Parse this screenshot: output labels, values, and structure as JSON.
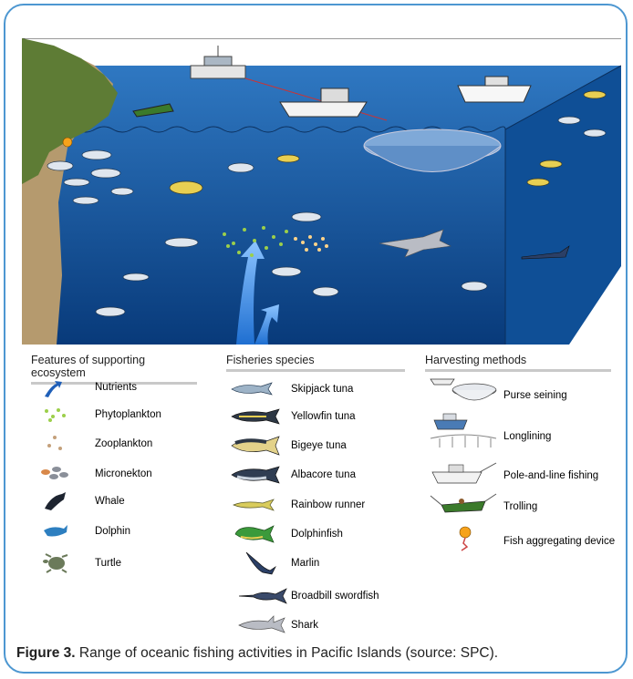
{
  "legend": {
    "ecosystem": {
      "heading": "Features of supporting ecosystem",
      "items": [
        {
          "label": "Nutrients",
          "icon": "nutrients-arrow-icon"
        },
        {
          "label": "Phytoplankton",
          "icon": "phytoplankton-icon"
        },
        {
          "label": "Zooplankton",
          "icon": "zooplankton-icon"
        },
        {
          "label": "Micronekton",
          "icon": "micronekton-icon"
        },
        {
          "label": "Whale",
          "icon": "whale-icon"
        },
        {
          "label": "Dolphin",
          "icon": "dolphin-icon"
        },
        {
          "label": "Turtle",
          "icon": "turtle-icon"
        }
      ]
    },
    "species": {
      "heading": "Fisheries species",
      "items": [
        {
          "label": "Skipjack tuna",
          "icon": "skipjack-tuna-icon"
        },
        {
          "label": "Yellowfin tuna",
          "icon": "yellowfin-tuna-icon"
        },
        {
          "label": "Bigeye tuna",
          "icon": "bigeye-tuna-icon"
        },
        {
          "label": "Albacore tuna",
          "icon": "albacore-tuna-icon"
        },
        {
          "label": "Rainbow runner",
          "icon": "rainbow-runner-icon"
        },
        {
          "label": "Dolphinfish",
          "icon": "dolphinfish-icon"
        },
        {
          "label": "Marlin",
          "icon": "marlin-icon"
        },
        {
          "label": "Broadbill swordfish",
          "icon": "swordfish-icon"
        },
        {
          "label": "Shark",
          "icon": "shark-icon"
        }
      ]
    },
    "methods": {
      "heading": "Harvesting methods",
      "items": [
        {
          "label": "Purse seining",
          "icon": "purse-seine-icon"
        },
        {
          "label": "Longlining",
          "icon": "longline-icon"
        },
        {
          "label": "Pole-and-line fishing",
          "icon": "pole-and-line-icon"
        },
        {
          "label": "Trolling",
          "icon": "trolling-icon"
        },
        {
          "label": "Fish aggregating device",
          "icon": "fad-icon"
        }
      ]
    }
  },
  "caption": {
    "label": "Figure 3.",
    "text": " Range of oceanic fishing activities in Pacific Islands (source: SPC)."
  },
  "colors": {
    "frame": "#4d97d1",
    "ocean_top": "#2a6fba",
    "ocean_bottom": "#0a3a78",
    "land": "#5e7c35",
    "cliff": "#b59a6e"
  }
}
